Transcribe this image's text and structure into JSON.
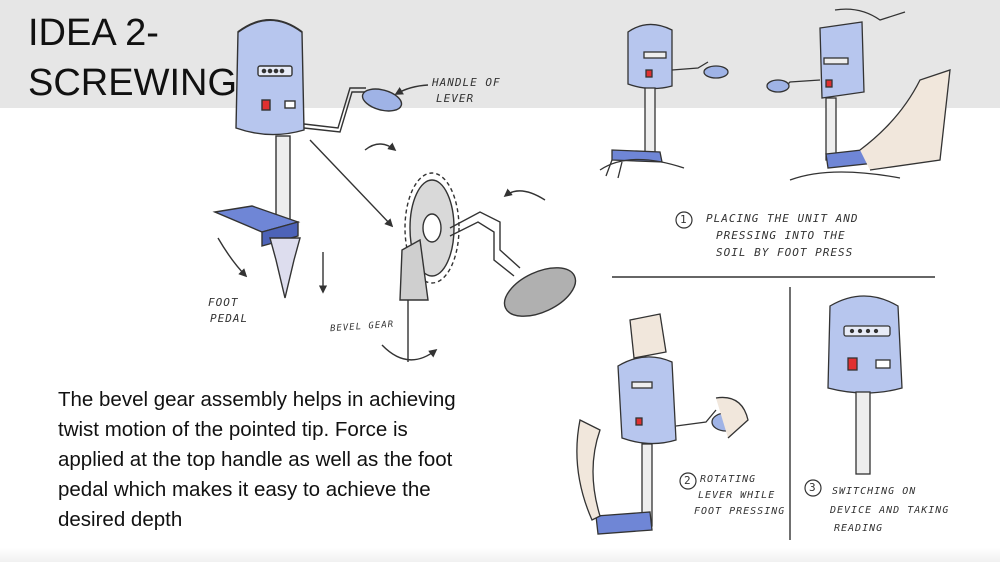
{
  "slide": {
    "title_line1": "IDEA 2-",
    "title_line2": "SCREWING",
    "body": "The bevel gear assembly helps in achieving twist motion of the pointed tip. Force is applied at the top handle as well as the foot pedal which makes it easy to achieve the desired depth"
  },
  "labels": {
    "handle_line1": "HANDLE OF",
    "handle_line2": "LEVER",
    "foot_line1": "FOOT",
    "foot_line2": "PEDAL",
    "bevel": "BEVEL GEAR"
  },
  "steps": [
    {
      "number": "1",
      "line1": "PLACING THE UNIT AND",
      "line2": "PRESSING INTO THE",
      "line3": "SOIL BY FOOT PRESS"
    },
    {
      "number": "2",
      "line1": "ROTATING",
      "line2": "LEVER WHILE",
      "line3": "FOOT PRESSING"
    },
    {
      "number": "3",
      "line1": "SWITCHING ON",
      "line2": "DEVICE AND TAKING",
      "line3": "READING"
    }
  ],
  "colors": {
    "band": "#e6e6e6",
    "device_blue": "#9fb3e6",
    "pedal_blue": "#6f86d6",
    "led_red": "#e03030",
    "ink": "#333333"
  }
}
